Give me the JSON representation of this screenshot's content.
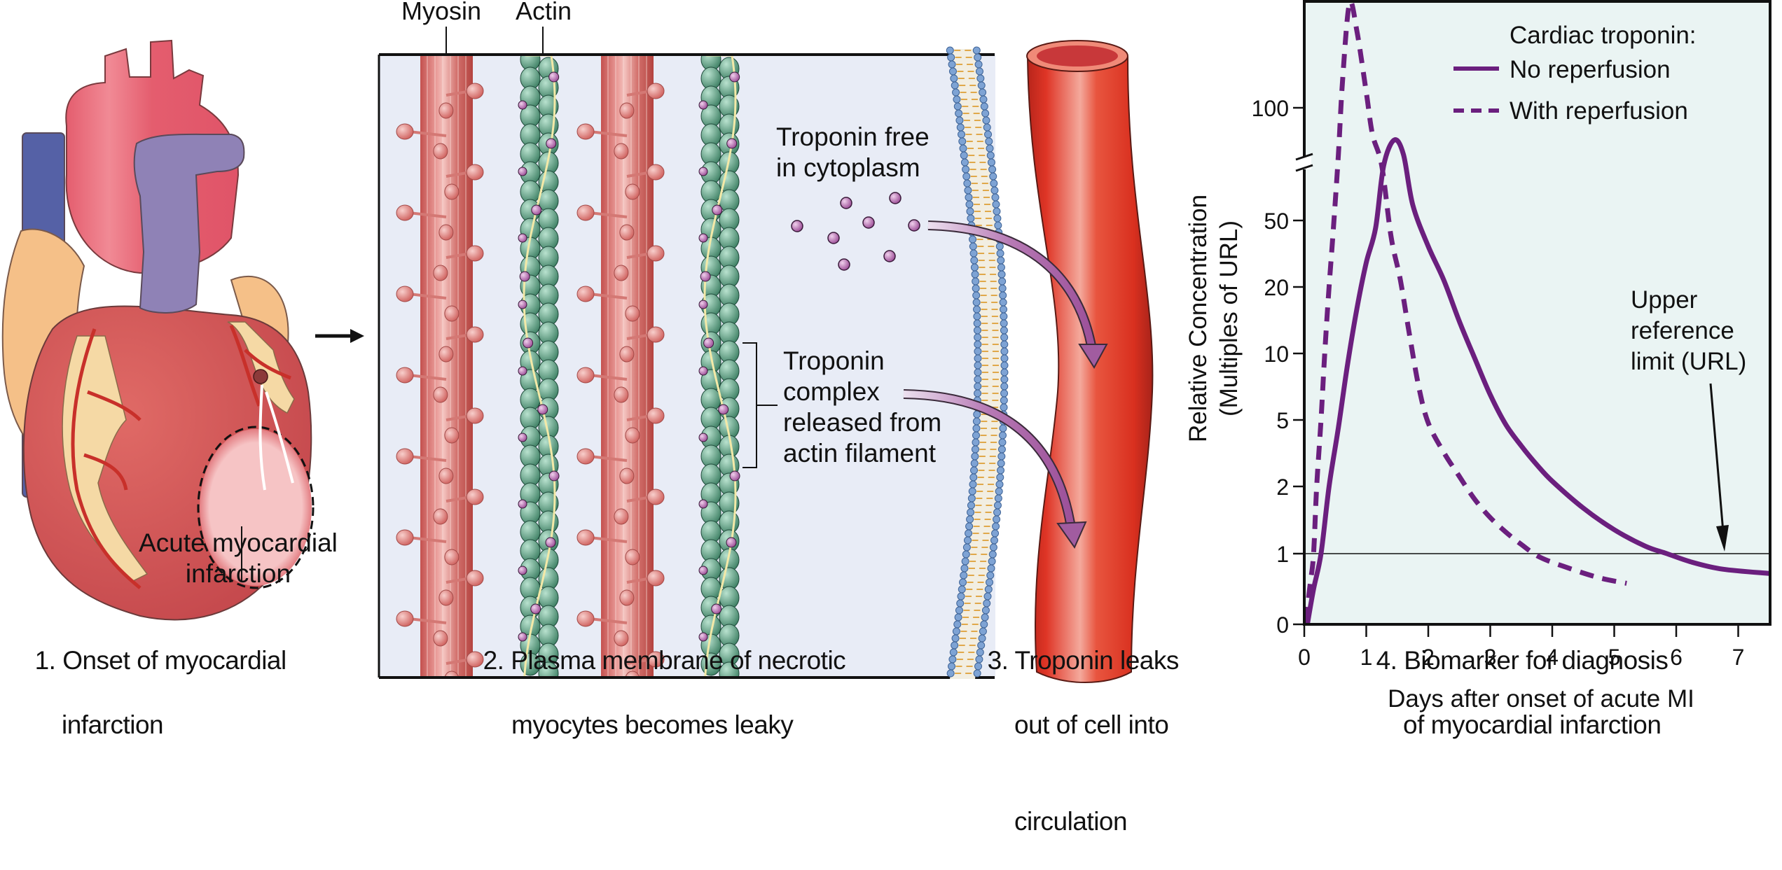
{
  "figure": {
    "panel1": {
      "callout": [
        "Acute myocardial",
        "infarction"
      ],
      "caption": [
        "1. Onset of myocardial",
        "infarction"
      ]
    },
    "panel2": {
      "labels": {
        "myosin": "Myosin",
        "actin": "Actin"
      },
      "troponin_free": [
        "Troponin free",
        "in cytoplasm"
      ],
      "troponin_complex": [
        "Troponin",
        "complex",
        "released from",
        "actin filament"
      ],
      "caption": [
        "2. Plasma membrane of necrotic",
        "myocytes becomes leaky"
      ]
    },
    "panel3": {
      "caption": [
        "3. Troponin leaks",
        "out of cell into",
        "circulation"
      ]
    },
    "panel4": {
      "caption": [
        "4. Biomarker for diagnosis",
        "of myocardial infarction"
      ]
    },
    "colors": {
      "series": "#6b1f7e",
      "plot_bg": "#eaf4f3",
      "cell_bg": "#e8ecf6",
      "heart_red": "#c84a4b",
      "aorta_pink": "#e45d6e",
      "vein_blue": "#5561a6",
      "pulm_purple": "#8f82b6",
      "fat": "#f5c088",
      "vessel_red": "#d93a2b",
      "myosin": "#d46f6b",
      "actin": "#4e9779",
      "troponin": "#a2569d",
      "arrow_fill": "#a15ca0"
    }
  },
  "chart_data": {
    "type": "line",
    "title": "",
    "legend_title": "Cardiac troponin:",
    "legend_position": "top-right",
    "xlabel": "Days after onset of acute MI",
    "ylabel": [
      "Relative Concentration",
      "(Multiples of URL)"
    ],
    "x_ticks": [
      "0",
      "1",
      "2",
      "3",
      "4",
      "5",
      "6",
      "7"
    ],
    "y_ticks": [
      "0",
      "1",
      "2",
      "5",
      "10",
      "20",
      "50",
      "100"
    ],
    "y_tick_values": [
      0,
      1,
      2,
      5,
      10,
      20,
      50,
      100
    ],
    "y_axis_break": "between 50 and 100",
    "xlim": [
      0,
      7.5
    ],
    "reference_line": {
      "value": 1,
      "label": [
        "Upper",
        "reference",
        "limit (URL)"
      ]
    },
    "series": [
      {
        "name": "No reperfusion",
        "style": "solid",
        "points": [
          [
            0.05,
            0
          ],
          [
            0.15,
            0.5
          ],
          [
            0.27,
            1
          ],
          [
            0.4,
            2
          ],
          [
            0.55,
            4.5
          ],
          [
            0.7,
            9
          ],
          [
            0.85,
            16
          ],
          [
            1.0,
            28
          ],
          [
            1.15,
            45
          ],
          [
            1.28,
            70
          ],
          [
            1.45,
            82
          ],
          [
            1.6,
            75
          ],
          [
            1.75,
            55
          ],
          [
            2.0,
            35
          ],
          [
            2.25,
            22
          ],
          [
            2.5,
            14
          ],
          [
            2.75,
            9.5
          ],
          [
            3.0,
            6.5
          ],
          [
            3.25,
            4.7
          ],
          [
            3.5,
            3.5
          ],
          [
            3.75,
            2.7
          ],
          [
            4.0,
            2.15
          ],
          [
            4.5,
            1.6
          ],
          [
            5.0,
            1.28
          ],
          [
            5.5,
            1.08
          ],
          [
            5.85,
            1.0
          ],
          [
            6.25,
            0.88
          ],
          [
            6.75,
            0.78
          ],
          [
            7.5,
            0.72
          ]
        ]
      },
      {
        "name": "With reperfusion",
        "style": "dashed",
        "points": [
          [
            0.02,
            0.05
          ],
          [
            0.1,
            0.6
          ],
          [
            0.15,
            1
          ],
          [
            0.2,
            2
          ],
          [
            0.27,
            5
          ],
          [
            0.33,
            10
          ],
          [
            0.4,
            20
          ],
          [
            0.47,
            45
          ],
          [
            0.55,
            75
          ],
          [
            0.62,
            120
          ],
          [
            0.73,
            190
          ],
          [
            0.85,
            160
          ],
          [
            1.0,
            110
          ],
          [
            1.1,
            85
          ],
          [
            1.25,
            70
          ],
          [
            1.4,
            40
          ],
          [
            1.55,
            22
          ],
          [
            1.7,
            12
          ],
          [
            1.85,
            7
          ],
          [
            2.0,
            4.8
          ],
          [
            2.25,
            3.2
          ],
          [
            2.5,
            2.3
          ],
          [
            2.75,
            1.75
          ],
          [
            3.0,
            1.45
          ],
          [
            3.25,
            1.25
          ],
          [
            3.5,
            1.1
          ],
          [
            3.8,
            0.95
          ],
          [
            4.25,
            0.8
          ],
          [
            4.75,
            0.66
          ],
          [
            5.2,
            0.58
          ]
        ]
      }
    ]
  }
}
